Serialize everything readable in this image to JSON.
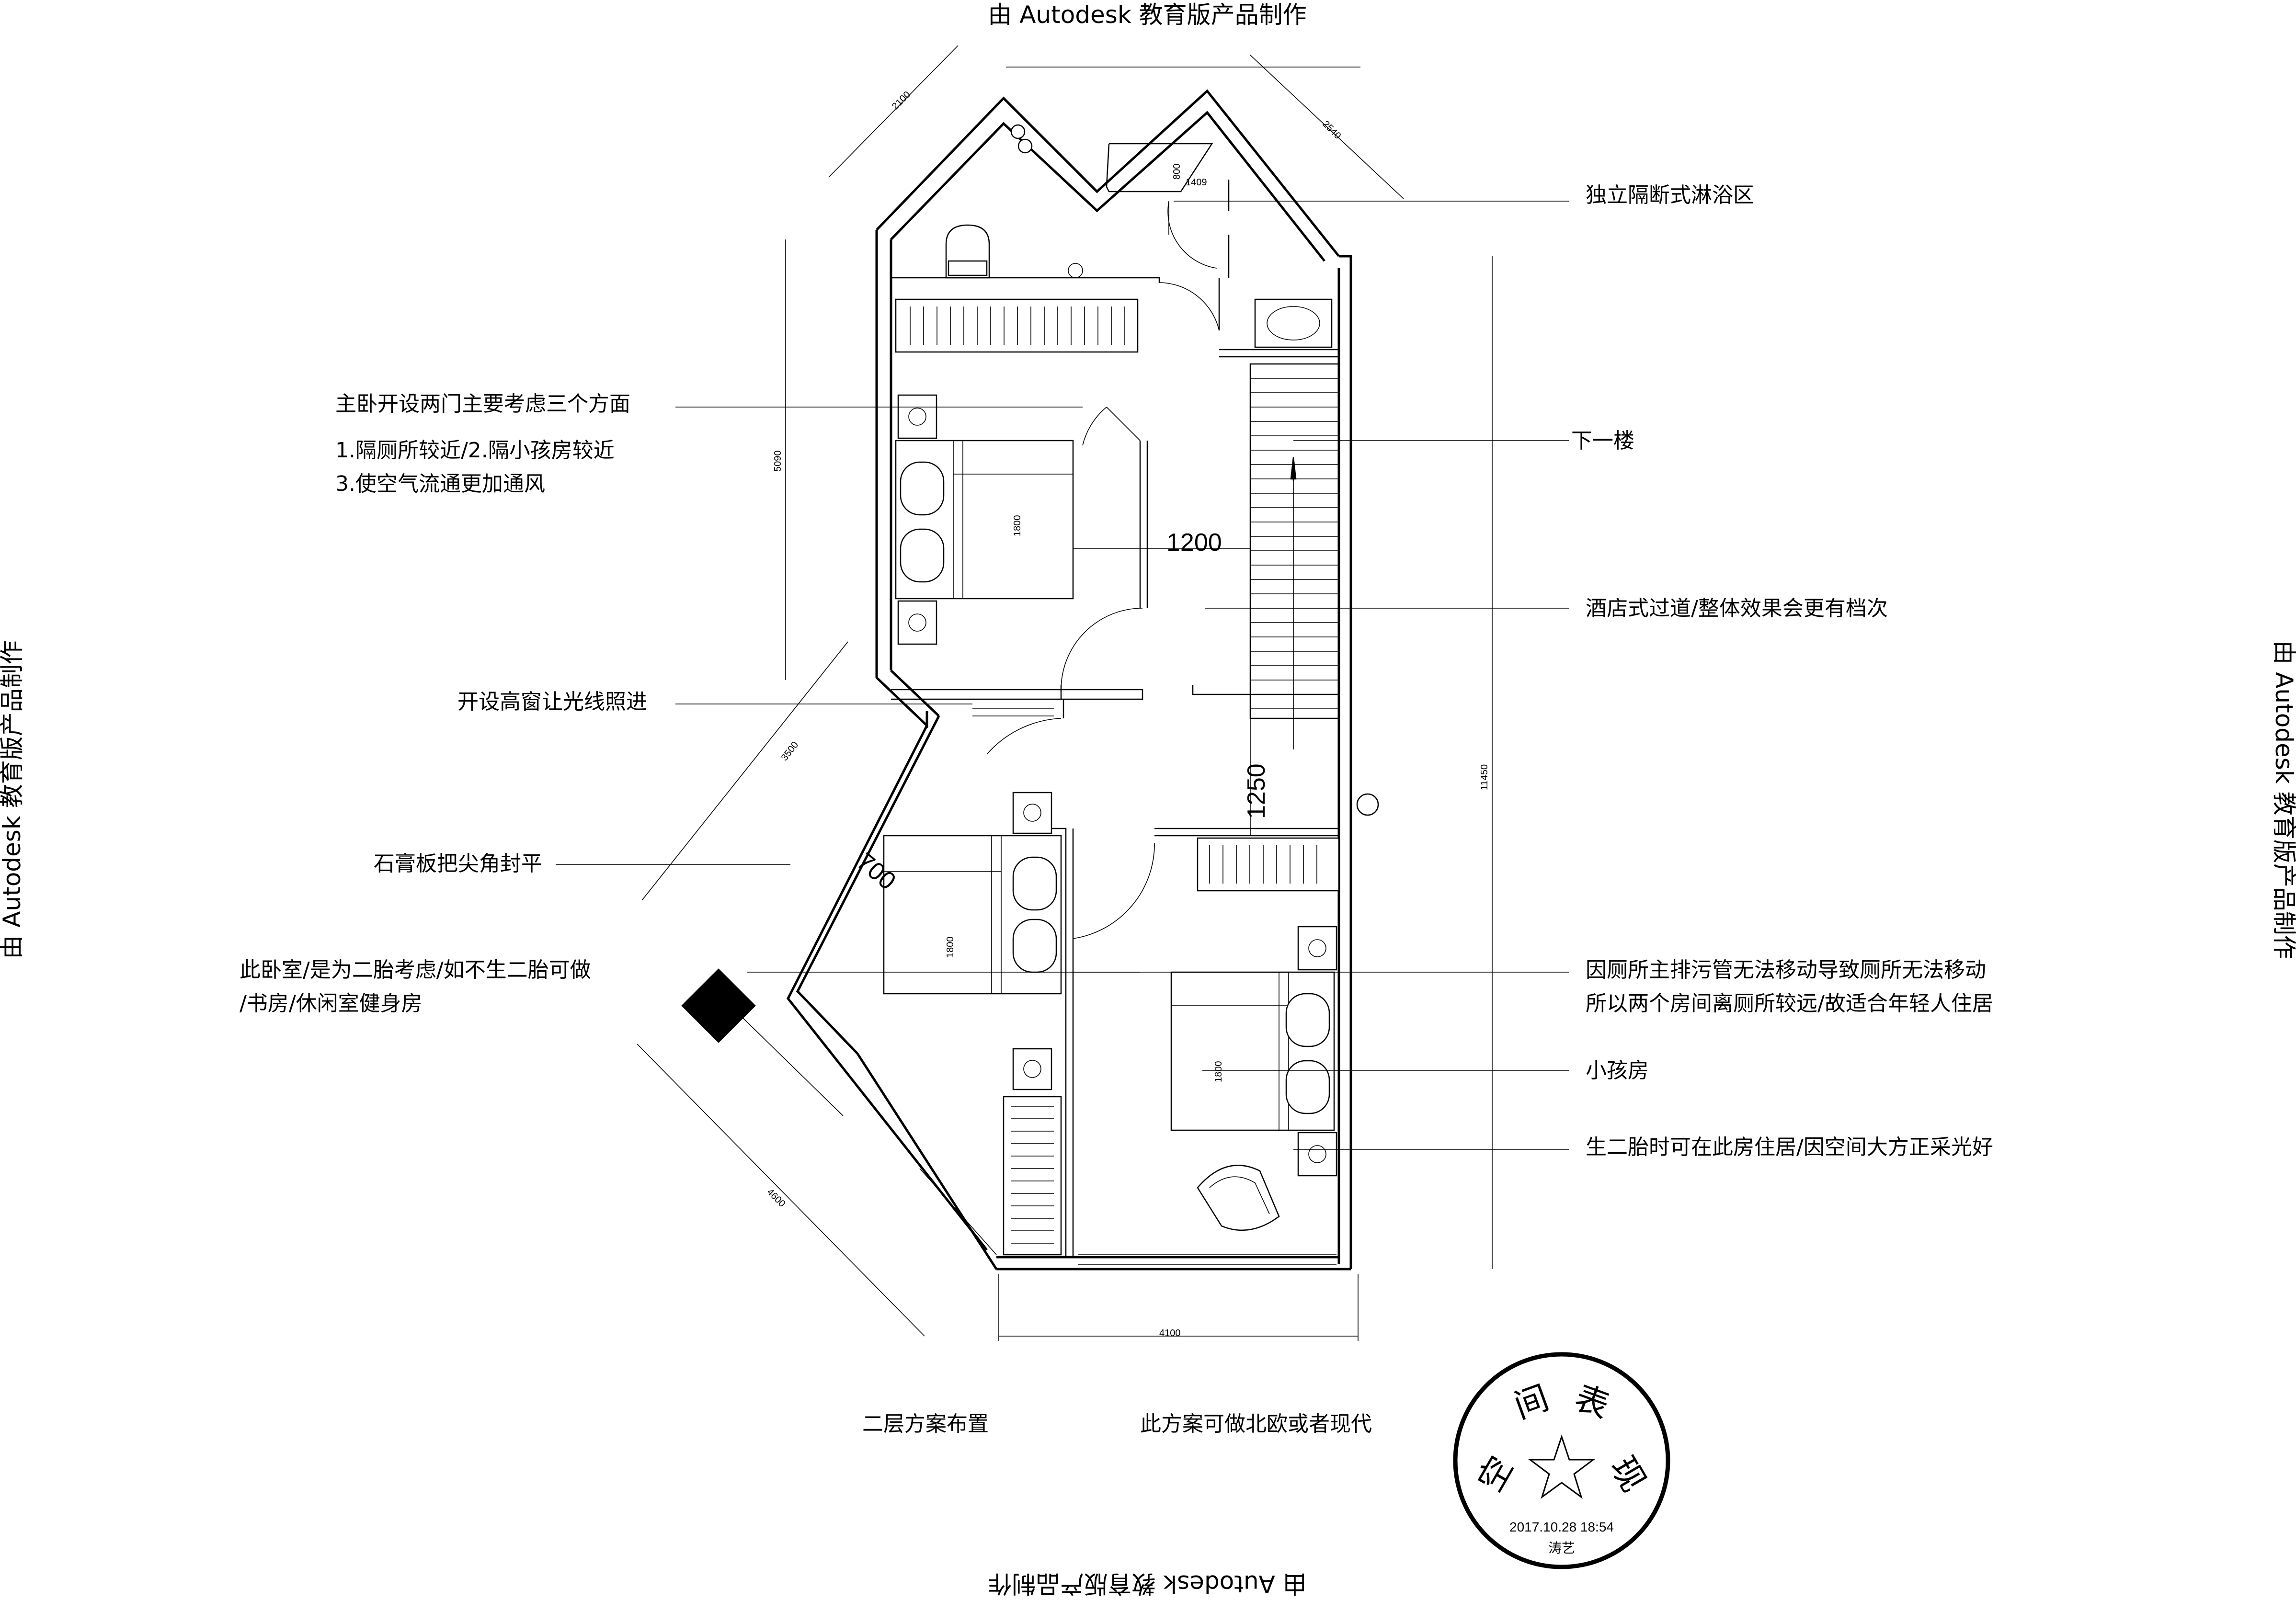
{
  "watermark": "由 Autodesk 教育版产品制作",
  "annotations": {
    "shower": "独立隔断式淋浴区",
    "master_doors": "主卧开设两门主要考虑三个方面",
    "reason_1_2": "1.隔厕所较近/2.隔小孩房较近",
    "reason_3": "3.使空气流通更加通风",
    "downstairs": "下一楼",
    "corridor": "酒店式过道/整体效果会更有档次",
    "high_window": "开设高窗让光线照进",
    "gypsum": "石膏板把尖角封平",
    "bedroom_note_1": "此卧室/是为二胎考虑/如不生二胎可做",
    "bedroom_note_2": "/书房/休闲室健身房",
    "toilet_note_1": "因厕所主排污管无法移动导致厕所无法移动",
    "toilet_note_2": "所以两个房间离厕所较远/故适合年轻人住居",
    "kids_room": "小孩房",
    "second_child": "生二胎时可在此房住居/因空间大方正采光好"
  },
  "dimensions": {
    "d2100": "2100",
    "d2540": "2540",
    "d800": "800",
    "d1409": "1409",
    "d5090": "5090",
    "d1800a": "1800",
    "d1200": "1200",
    "d1250": "1250",
    "d11450": "11450",
    "d3500": "3500",
    "d700": "700",
    "d1800b": "1800",
    "d1800c": "1800",
    "d4600": "4600",
    "d4100": "4100"
  },
  "captions": {
    "plan_title": "二层方案布置",
    "style_note": "此方案可做北欧或者现代"
  },
  "stamp": {
    "top_chars": [
      "空",
      "间",
      "表",
      "现"
    ],
    "date": "2017.10.28 18:54",
    "name": "涛艺"
  }
}
